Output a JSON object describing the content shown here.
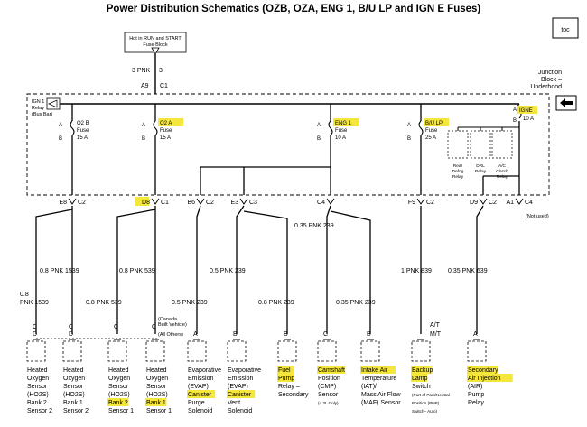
{
  "title": "Power Distribution Schematics (OZB, OZA, ENG 1, B/U LP and IGN E Fuses)",
  "corner_badge": "toc",
  "top_fuse_block": {
    "line1": "Hot in RUN and START",
    "line2": "Fuse Block"
  },
  "feed": {
    "wire_left": "3 PNK",
    "wire_right": "3",
    "pin_left": "A9",
    "pin_right": "C1"
  },
  "junction_block_label": [
    "Junction",
    "Block –",
    "Underhood"
  ],
  "arrow_icon": "left-arrow-icon",
  "ign1_relay": [
    "IGN 1",
    "Relay",
    "(Bus Bar)"
  ],
  "fuses": [
    {
      "name": "O2 B",
      "type": "Fuse",
      "rating": "15 A",
      "highlight": false
    },
    {
      "name": "O2 A",
      "type": "Fuse",
      "rating": "15 A",
      "highlight": true
    },
    {
      "name": "ENG 1",
      "type": "Fuse",
      "rating": "10 A",
      "highlight": true
    },
    {
      "name": "B/U LP",
      "type": "Fuse",
      "rating": "25 A",
      "highlight": true
    },
    {
      "name": "IGNE",
      "type": "",
      "rating": "10 A",
      "highlight": true
    }
  ],
  "relays_right": [
    {
      "lines": [
        "Rear",
        "Defog",
        "Relay"
      ]
    },
    {
      "lines": [
        "DRL",
        "Relay"
      ]
    },
    {
      "lines": [
        "A/C",
        "Clutch",
        "Relay"
      ]
    }
  ],
  "pin_labels": {
    "a": "A",
    "b": "B"
  },
  "connectors": [
    {
      "pin": "E8",
      "conn": "C2",
      "highlight": false
    },
    {
      "pin": "D8",
      "conn": "C1",
      "highlight": true
    },
    {
      "pin": "B6",
      "conn": "C2",
      "highlight": false
    },
    {
      "pin": "E3",
      "conn": "C3",
      "highlight": false
    },
    {
      "pin": "C4",
      "conn": "",
      "highlight": false
    },
    {
      "pin": "F9",
      "conn": "C2",
      "highlight": false
    },
    {
      "pin": "D9",
      "conn": "C2",
      "highlight": false
    },
    {
      "pin": "A1",
      "conn": "C4",
      "highlight": false
    }
  ],
  "not_used": "(Not used)",
  "wires": [
    {
      "text": "0.8 PNK  1539"
    },
    {
      "text": "0.8 PNK  539"
    },
    {
      "text": "0.5 PNK  239"
    },
    {
      "text": "0.35 PNK  239"
    },
    {
      "text": "1 PNK  839"
    },
    {
      "text": "0.35 PNK  639"
    },
    {
      "text": "0.8"
    },
    {
      "text": "PNK   1539"
    },
    {
      "text": "0.8 PNK  539"
    },
    {
      "text": "0.5 PNK  239"
    },
    {
      "text": "0.8 PNK  239"
    },
    {
      "text": "0.35 PNK  239"
    }
  ],
  "notes": {
    "canada": [
      "(Canada",
      "Built Vehicle)",
      "(All Others)"
    ],
    "at": "A/T",
    "mt": "M/T",
    "cd_c": "C",
    "cd_d": "D"
  },
  "components": [
    {
      "l1": "Heated",
      "l2": "Oxygen",
      "l3": "Sensor",
      "l4": "(HO2S)",
      "l5": "Bank 2",
      "l6": "Sensor 2"
    },
    {
      "l1": "Heated",
      "l2": "Oxygen",
      "l3": "Sensor",
      "l4": "(HO2S)",
      "l5": "Bank 1",
      "l6": "Sensor 2"
    },
    {
      "l1": "Heated",
      "l2": "Oxygen",
      "l3": "Sensor",
      "l4": "(HO2S)",
      "l5": "Bank 2",
      "l6": "Sensor 1"
    },
    {
      "l1": "Heated",
      "l2": "Oxygen",
      "l3": "Sensor",
      "l4": "(HO2S)",
      "l5": "Bank 1",
      "l6": "Sensor 1"
    },
    {
      "l1": "Evaporative",
      "l2": "Emission",
      "l3": "(EVAP)",
      "l4": "Canister",
      "l5": "Purge",
      "l6": "Solenoid"
    },
    {
      "l1": "Evaporative",
      "l2": "Emission",
      "l3": "(EVAP)",
      "l4": "Canister",
      "l5": "Vent",
      "l6": "Solenoid"
    },
    {
      "l1": "Fuel",
      "l2": "Pump",
      "l3": "Relay –",
      "l4": "Secondary",
      "l5": "",
      "l6": ""
    },
    {
      "l1": "Camshaft",
      "l2": "Position",
      "l3": "(CMP)",
      "l4": "Sensor",
      "l5": "(4.3L Only)",
      "l6": ""
    },
    {
      "l1": "Intake Air",
      "l2": "Temperature",
      "l3": "(IAT)/",
      "l4": "Mass Air Flow",
      "l5": "(MAF) Sensor",
      "l6": ""
    },
    {
      "l1": "Backup",
      "l2": "Lamp",
      "l3": "Switch",
      "l4": "(Part of Park/Neutral",
      "l5": "Position (PNP)",
      "l6": "Switch– Auto)"
    },
    {
      "l1": "Secondary",
      "l2": "Air Injection",
      "l3": "(AIR)",
      "l4": "Pump",
      "l5": "Relay",
      "l6": ""
    }
  ],
  "comp_pins": [
    "C",
    "D",
    "C",
    "D",
    "C",
    "C",
    "A",
    "B",
    "B",
    "C",
    "B",
    "",
    "A"
  ]
}
